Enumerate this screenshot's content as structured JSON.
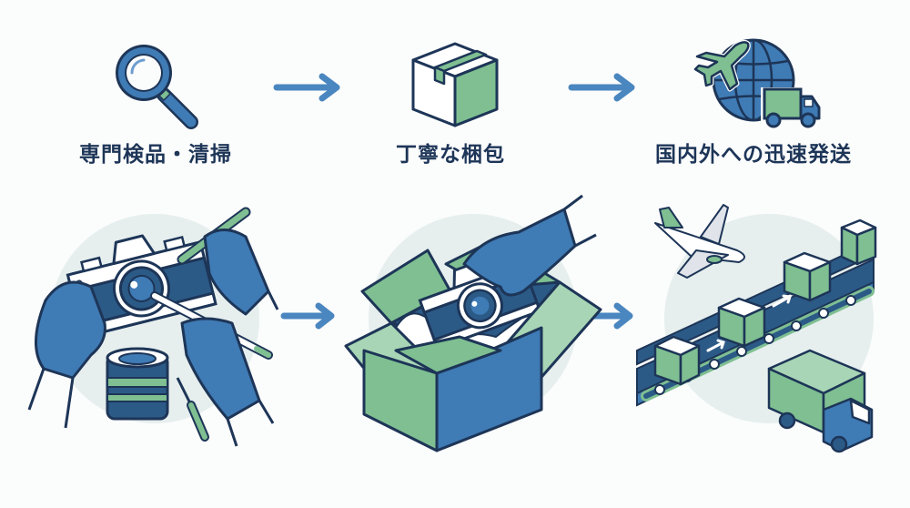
{
  "diagram": {
    "type": "process-flow",
    "colors": {
      "navy": "#1d3557",
      "blue": "#3f7bb5",
      "dark_blue": "#2c5a87",
      "green": "#7fbf92",
      "light_green": "#a8d5b5",
      "circle_bg": "#e6efee",
      "arrow": "#4a86bf",
      "background": "#fbfcfc"
    },
    "steps": [
      {
        "id": "inspection",
        "label": "専門検品・清掃",
        "icon": "magnifying-glass-icon",
        "illustration": "gloved hands inspecting and cleaning a camera with lens and screwdriver"
      },
      {
        "id": "packing",
        "label": "丁寧な梱包",
        "icon": "package-box-icon",
        "illustration": "gloved hand placing a camera into an open cushioned box"
      },
      {
        "id": "shipping",
        "label": "国内外への迅速発送",
        "icon": "globe-airplane-truck-icon",
        "illustration": "conveyor belt with boxes, airplane and delivery truck"
      }
    ],
    "arrows": [
      {
        "from": "inspection",
        "to": "packing"
      },
      {
        "from": "packing",
        "to": "shipping"
      }
    ]
  }
}
